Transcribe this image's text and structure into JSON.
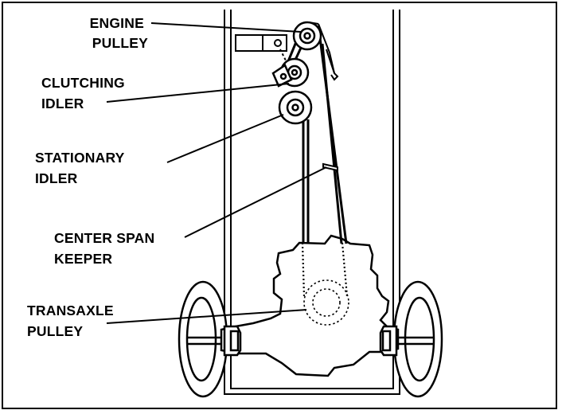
{
  "labels": {
    "engine_pulley": [
      "ENGINE",
      "PULLEY"
    ],
    "clutching_idler": [
      "CLUTCHING",
      "IDLER"
    ],
    "stationary_idler": [
      "STATIONARY",
      "IDLER"
    ],
    "center_span_keeper": [
      "CENTER SPAN",
      "KEEPER"
    ],
    "transaxle_pulley": [
      "TRANSAXLE",
      "PULLEY"
    ]
  },
  "colors": {
    "ink": "#000000",
    "background": "#ffffff"
  }
}
